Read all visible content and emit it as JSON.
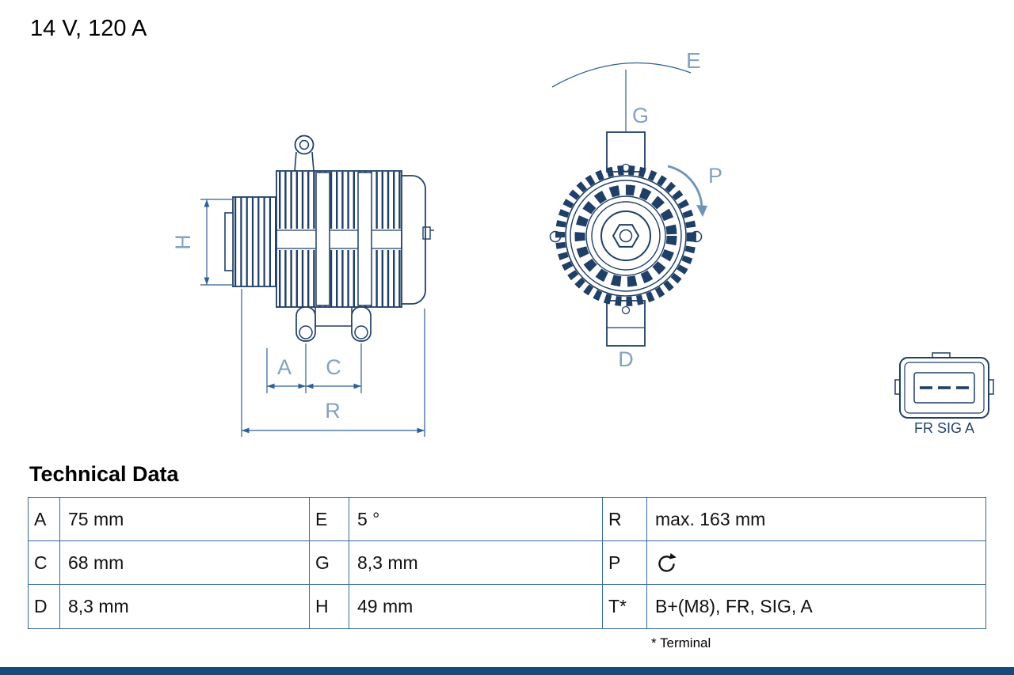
{
  "colors": {
    "drawing_line": "#203f66",
    "dimension_line": "#2e5f96",
    "dimension_label": "#84a1c2",
    "table_border": "#34699e",
    "text": "#111111",
    "bottom_bar": "#174a7c",
    "background": "#ffffff"
  },
  "header": {
    "title": "14 V, 120 A"
  },
  "drawing": {
    "side_view": {
      "dimension_labels": {
        "H": "H",
        "A": "A",
        "C": "C",
        "R": "R"
      }
    },
    "front_view": {
      "dimension_labels": {
        "E": "E",
        "G": "G",
        "P": "P",
        "D": "D"
      }
    },
    "connector": {
      "label": "FR SIG A"
    }
  },
  "technical_data": {
    "title": "Technical Data",
    "rows": [
      [
        {
          "key": "A",
          "value": "75 mm"
        },
        {
          "key": "E",
          "value": "5 °"
        },
        {
          "key": "R",
          "value": "max. 163 mm"
        }
      ],
      [
        {
          "key": "C",
          "value": "68 mm"
        },
        {
          "key": "G",
          "value": "8,3 mm"
        },
        {
          "key": "P",
          "value": "",
          "icon": "rotation-direction-icon"
        }
      ],
      [
        {
          "key": "D",
          "value": "8,3 mm"
        },
        {
          "key": "H",
          "value": "49 mm"
        },
        {
          "key": "T*",
          "value": "B+(M8), FR, SIG, A"
        }
      ]
    ],
    "footnote": "* Terminal"
  }
}
